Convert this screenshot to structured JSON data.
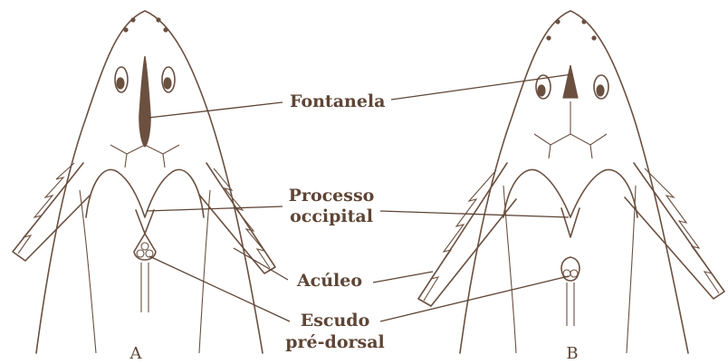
{
  "diagram": {
    "labels": {
      "fontanela": "Fontanela",
      "processo_line1": "Processo",
      "processo_line2": "occipital",
      "aculeo": "Acúleo",
      "escudo_line1": "Escudo",
      "escudo_line2": "pré-dorsal"
    },
    "panels": {
      "left": "A",
      "right": "B"
    },
    "colors": {
      "ink": "#6b5040",
      "text": "#5e4535",
      "background": "#ffffff"
    }
  }
}
